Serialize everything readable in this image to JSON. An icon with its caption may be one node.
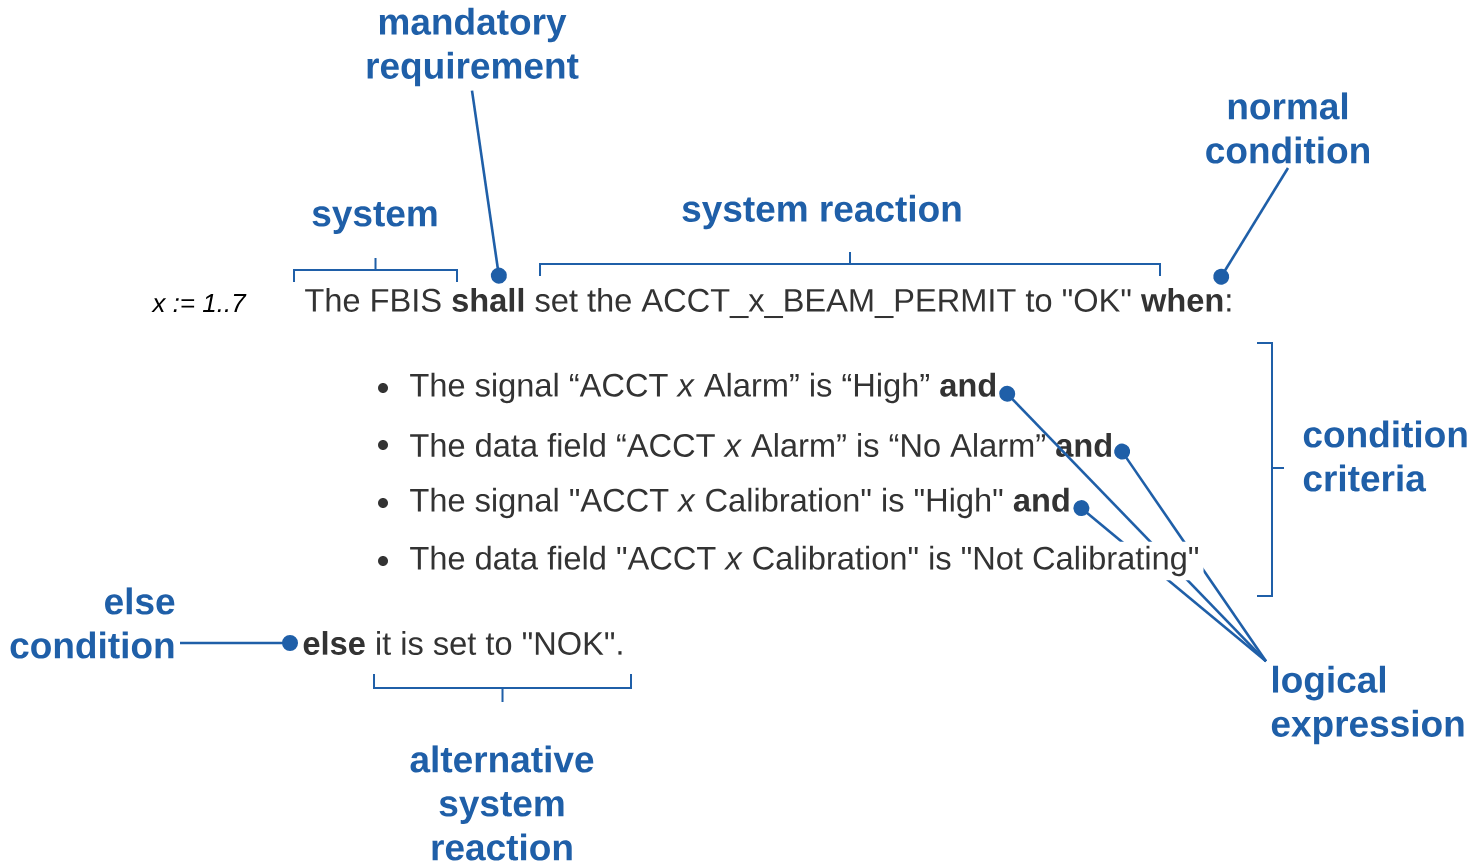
{
  "diagram": {
    "nodes": [
      {
        "text": [
          "mandatory requirement"
        ]
      },
      {
        "text": [
          "normal condition"
        ]
      },
      {
        "text": [
          "The FBIS **shall** set the ACCT_x_BEAM_PERMIT to \"OK\" **when**:"
        ]
      },
      {
        "text": [
          "The signal “ACCT *x* Alarm” is “High” **and**"
        ]
      },
      {
        "text": [
          "The data field “ACCT *x* Alarm” is “No Alarm” **and**"
        ]
      },
      {
        "text": [
          "The signal \"ACCT *x* Calibration\" is \"High\" **and**"
        ]
      },
      {
        "text": [
          "else condition"
        ]
      },
      {
        "text": [
          "**else** it is set to \"NOK\"."
        ]
      },
      {
        "text": [
          "logical expression"
        ]
      }
    ],
    "edges": [
      {
        "from": 0,
        "to": 2,
        "arrow": "other"
      },
      {
        "from": 1,
        "to": 2,
        "arrow": "other"
      },
      {
        "from": 6,
        "to": 7,
        "arrow": "other"
      },
      {
        "from": 8,
        "to": 3,
        "arrow": "other"
      },
      {
        "from": 8,
        "to": 4,
        "arrow": "other"
      },
      {
        "from": 8,
        "to": 5,
        "arrow": "other"
      }
    ],
    "labels": [
      "system",
      "system reaction",
      "x := 1..7",
      "The data field \"ACCT *x* Calibration\" is \"Not Calibrating\"",
      "condition criteria",
      "alternative system reaction"
    ]
  }
}
